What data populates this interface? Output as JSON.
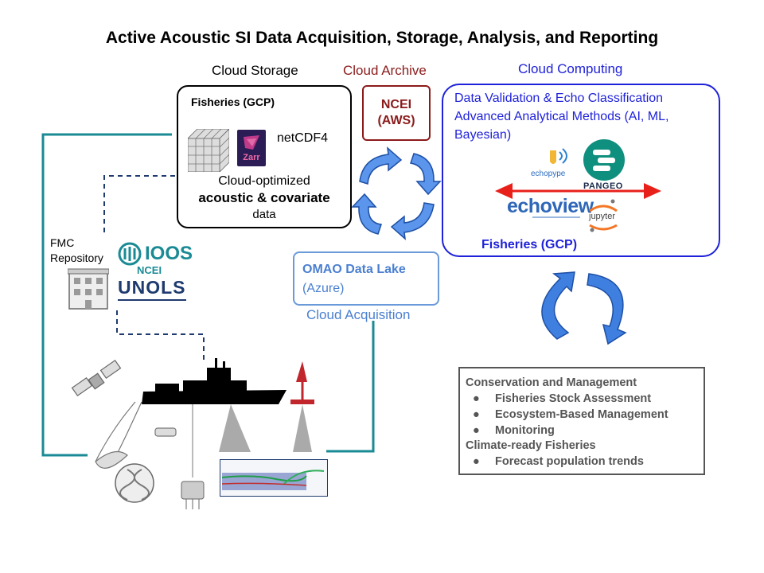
{
  "title": "Active Acoustic SI Data Acquisition, Storage, Analysis, and Reporting",
  "sections": {
    "cloud_storage": "Cloud Storage",
    "cloud_archive": "Cloud Archive",
    "cloud_computing": "Cloud Computing",
    "cloud_acquisition": "Cloud Acquisition"
  },
  "storage": {
    "header": "Fisheries (GCP)",
    "format": "netCDF4",
    "zarr_logo": "Zarr",
    "line1": "Cloud-optimized",
    "line2": "acoustic & covariate",
    "line3": "data"
  },
  "archive": {
    "line1": "NCEI",
    "line2": "(AWS)"
  },
  "compute": {
    "line1": "Data Validation & Echo Classification",
    "line2": "Advanced Analytical Methods (AI, ML,",
    "line3": "Bayesian)",
    "footer": "Fisheries (GCP)",
    "logos": {
      "echopype": "echopype",
      "pangeo": "PANGEO",
      "echoview": "echoview",
      "jupyter": "jupyter"
    }
  },
  "lake": {
    "line1": "OMAO Data Lake",
    "line2": "(Azure)"
  },
  "repository": {
    "line1": "FMC",
    "line2": "Repository",
    "ioos": "IOOS",
    "ncei": "NCEI",
    "unols": "UNOLS"
  },
  "management": {
    "heading1": "Conservation and Management",
    "items1": [
      "Fisheries Stock Assessment",
      "Ecosystem-Based Management",
      "Monitoring"
    ],
    "heading2": "Climate-ready Fisheries",
    "items2": [
      "Forecast population trends"
    ]
  },
  "colors": {
    "teal": "#1a8a94",
    "navy": "#1e3a6e",
    "archive_red": "#8b1a1a",
    "compute_blue": "#1f22d9",
    "lake_blue": "#4a7fd0",
    "arrow_blue": "#3f7fe0",
    "arrow_red": "#e8201a"
  }
}
